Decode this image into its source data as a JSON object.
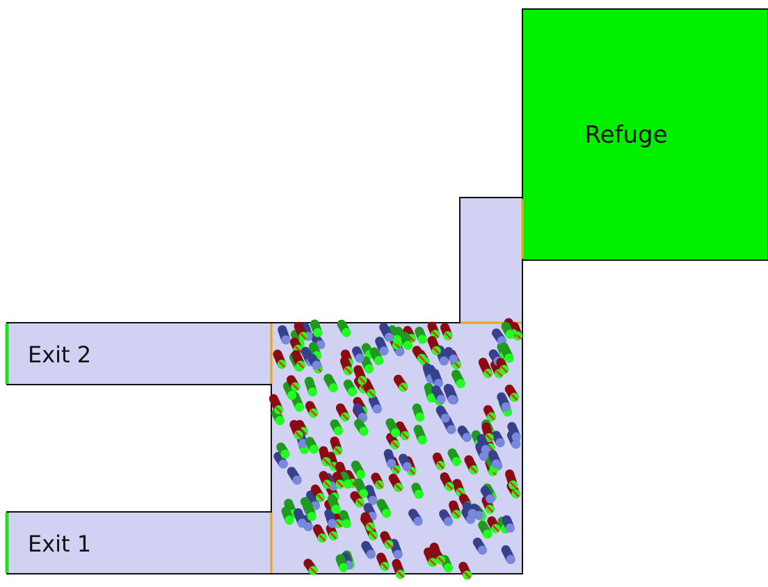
{
  "labels": {
    "refuge": "Refuge",
    "exit_2": "Exit 2",
    "exit_1": "Exit 1"
  },
  "colors": {
    "floor": "#d1d1f3",
    "wall": "#111111",
    "refuge_fill": "#00f000",
    "exit_marker": "#22dd22",
    "door_line": "#e8a317",
    "agent_body_red": "#8a0c12",
    "agent_body_green": "#1f9a1f",
    "agent_body_blue": "#37408a",
    "agent_cap_red_green": "#ff2020",
    "agent_cap_green": "#22ff22",
    "agent_cap_blue": "#7788dd"
  }
}
